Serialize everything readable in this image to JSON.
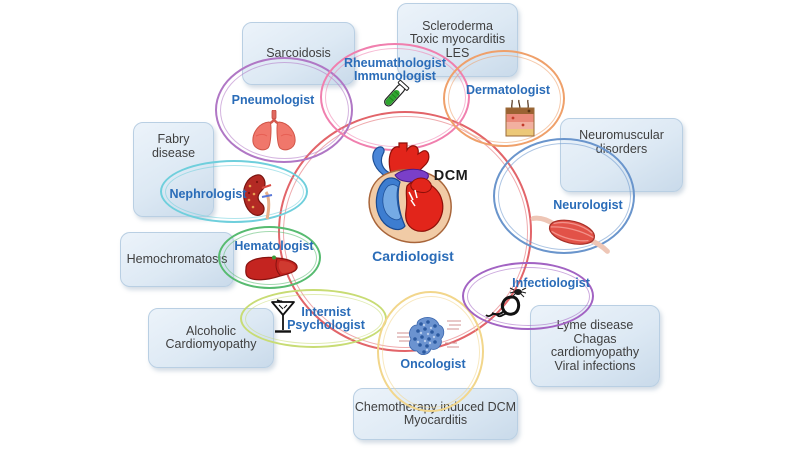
{
  "colors": {
    "background": "#ffffff",
    "specialist_label": "#2a6cb8",
    "condition_text": "#3f3f3f",
    "dcm_text": "#1b1b1b",
    "box_fill_top": "#ecf3fa",
    "box_fill_bottom": "#c9daea",
    "box_border": "#b9cfe3"
  },
  "center": {
    "dcm": "DCM"
  },
  "specialists": {
    "cardiologist": {
      "label": "Cardiologist",
      "ring_color": "#e26469",
      "icon": "heart-icon"
    },
    "pneumologist": {
      "label": "Pneumologist",
      "ring_color": "#b077c5",
      "icon": "lungs-icon"
    },
    "rheumatologist": {
      "line1": "Rheumathologist",
      "line2": "Immunologist",
      "ring_color": "#f07fae",
      "icon": "test-tube-icon"
    },
    "dermatologist": {
      "label": "Dermatologist",
      "ring_color": "#efa06a",
      "icon": "skin-icon"
    },
    "neurologist": {
      "label": "Neurologist",
      "ring_color": "#6a95cc",
      "icon": "muscle-icon"
    },
    "nephrologist": {
      "label": "Nephrologist",
      "ring_color": "#6fcfdc",
      "icon": "kidney-icon"
    },
    "hematologist": {
      "label": "Hematologist",
      "ring_color": "#57bb70",
      "icon": "liver-icon"
    },
    "internist": {
      "line1": "Internist",
      "line2": "Psychologist",
      "ring_color": "#c8dc74",
      "icon": "martini-glass-icon"
    },
    "oncologist": {
      "label": "Oncologist",
      "ring_color": "#f2d68b",
      "icon": "tumor-cells-icon"
    },
    "infectiologist": {
      "label": "Infectiologist",
      "ring_color": "#a263c3",
      "icon": "tick-parasite-icon"
    }
  },
  "conditions": {
    "sarcoidosis": {
      "lines": [
        "Sarcoidosis"
      ]
    },
    "scleroderma": {
      "lines": [
        "Scleroderma",
        "Toxic myocarditis",
        "LES"
      ]
    },
    "fabry": {
      "lines": [
        "Fabry",
        "disease"
      ]
    },
    "neuromuscular": {
      "lines": [
        "Neuromuscular",
        "disorders"
      ]
    },
    "hemochromatosis": {
      "lines": [
        "Hemochromatosis"
      ]
    },
    "alcoholic": {
      "lines": [
        "Alcoholic",
        "Cardiomyopathy"
      ]
    },
    "lyme": {
      "lines": [
        "Lyme disease",
        "Chagas",
        "cardiomyopathy",
        "Viral infections"
      ]
    },
    "chemotherapy": {
      "lines": [
        "Chemotherapy induced DCM",
        "Myocarditis"
      ]
    }
  }
}
